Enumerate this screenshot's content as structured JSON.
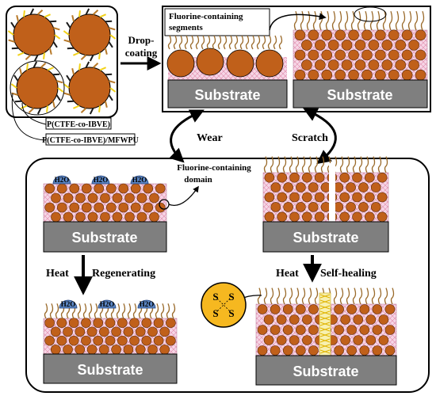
{
  "labels": {
    "drop_coating_1": "Drop-",
    "drop_coating_2": "coating",
    "fluorine_segments_1": "Fluorine-containing",
    "fluorine_segments_2": "segments",
    "polymer_1": "P(CTFE-co-IBVE)",
    "polymer_2": "P(CTFE-co-IBVE)/MFWPU",
    "wear": "Wear",
    "scratch": "Scratch",
    "fluorine_domain_1": "Fluorine-containing",
    "fluorine_domain_2": "domain",
    "heat_left": "Heat",
    "regenerating": "Regenerating",
    "heat_right": "Heat",
    "self_healing": "Self-healing",
    "substrate": "Substrate",
    "water": "H2O",
    "sulfur": "S"
  },
  "colors": {
    "particle": "#c0601a",
    "matrix": "#f6d6e6",
    "substrate": "#7f7f7f",
    "chain": "#9a6a2a",
    "water": "#5b86c4",
    "sulfur_disk": "#f6b820",
    "crack_fill": "#f7f0b0"
  }
}
